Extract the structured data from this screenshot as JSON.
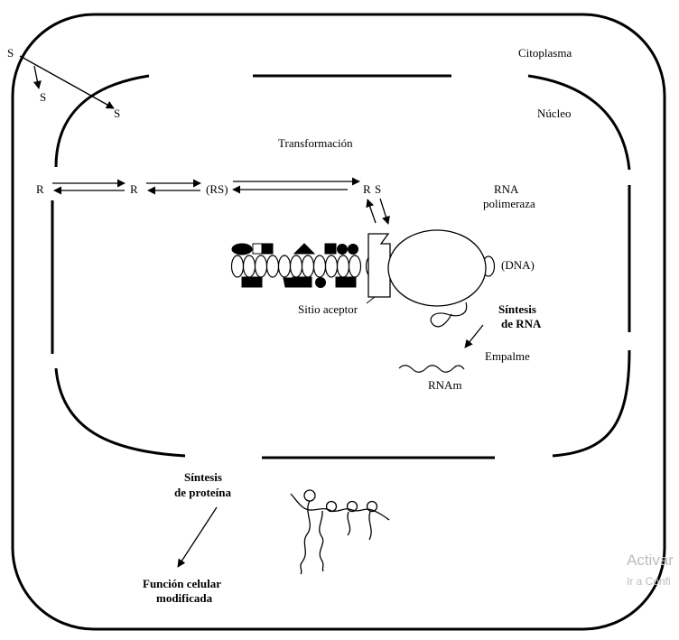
{
  "labels": {
    "cytoplasm": "Citoplasma",
    "nucleus": "Núcleo",
    "transformation": "Transformación",
    "rna_polymerase_line1": "RNA",
    "rna_polymerase_line2": "polimeraza",
    "dna": "(DNA)",
    "acceptor_site": "Sitio aceptor",
    "rna_synthesis_line1": "Síntesis",
    "rna_synthesis_line2": "de RNA",
    "splicing": "Empalme",
    "mrna": "RNAm",
    "protein_synthesis_line1": "Síntesis",
    "protein_synthesis_line2": "de proteína",
    "modified_function_line1": "Función celular",
    "modified_function_line2": "modificada"
  },
  "species": {
    "signal_outer": "S",
    "signal_left": "S",
    "signal_inner": "S",
    "receptor_1": "R",
    "receptor_2": "R",
    "complex": "(RS)",
    "receptor_3": "R",
    "signal_bound": "S"
  },
  "watermark": {
    "line1": "Activar",
    "line2": "Ir a Confi"
  }
}
